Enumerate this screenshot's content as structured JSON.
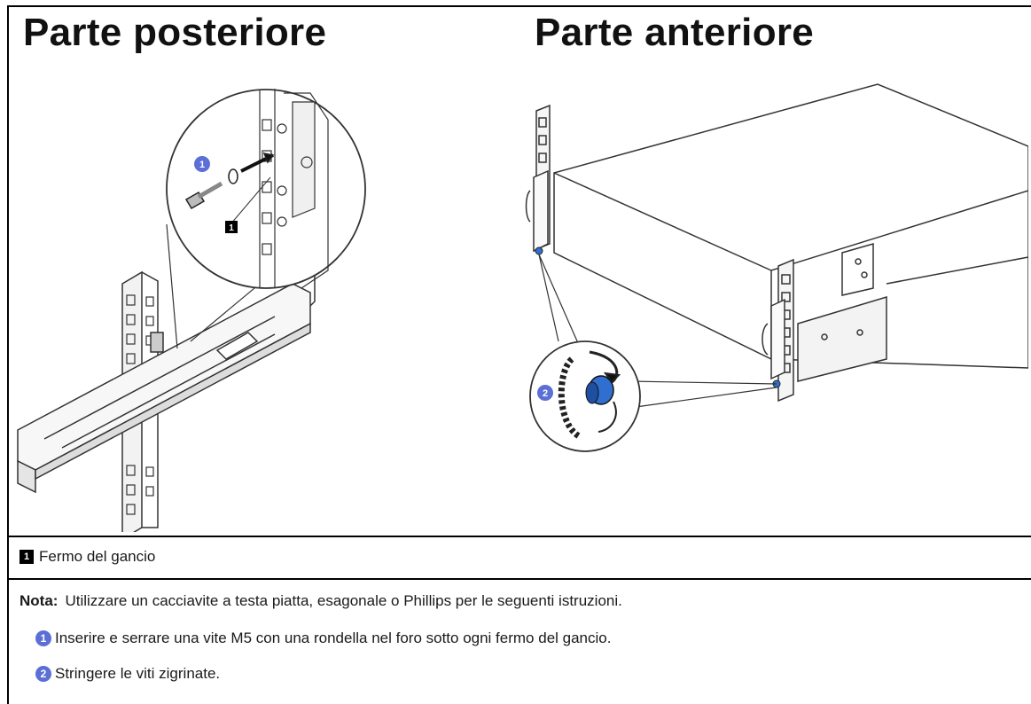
{
  "headings": {
    "rear": "Parte posteriore",
    "front": "Parte anteriore"
  },
  "callouts": {
    "hook_number": "1",
    "step1_number": "1",
    "step2_number": "2"
  },
  "legend": {
    "number": "1",
    "text": "Fermo del gancio"
  },
  "note": {
    "label": "Nota:",
    "text": "Utilizzare un cacciavite a testa piatta, esagonale o Phillips per le seguenti istruzioni."
  },
  "steps": [
    {
      "number": "1",
      "text": "Inserire e serrare una vite M5 con una rondella nel foro sotto ogni fermo del gancio."
    },
    {
      "number": "2",
      "text": "Stringere le viti zigrinate."
    }
  ],
  "colors": {
    "step_badge": "#5b6fd6",
    "thumbscrew": "#2f6fd0"
  }
}
